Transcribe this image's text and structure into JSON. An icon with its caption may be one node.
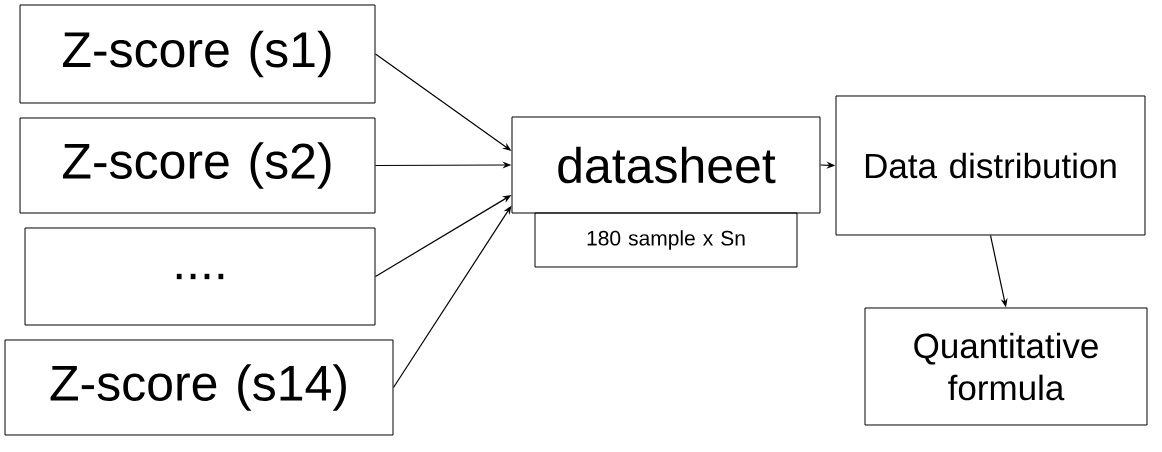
{
  "diagram": {
    "nodes": [
      {
        "text": [
          "Z-score (s1)"
        ]
      },
      {
        "text": [
          "Z-score (s2)"
        ]
      },
      {
        "text": [
          "...."
        ]
      },
      {
        "text": [
          "Z-score (s14)"
        ]
      },
      {
        "text": [
          "datasheet"
        ]
      },
      {
        "text": [
          "180 sample x Sn"
        ]
      },
      {
        "text": [
          "Data distribution"
        ]
      },
      {
        "text": [
          "Quantitative formula"
        ]
      }
    ],
    "edges": [
      {
        "from": 0,
        "to": 4,
        "arrow": "to"
      },
      {
        "from": 1,
        "to": 4,
        "arrow": "to"
      },
      {
        "from": 2,
        "to": 4,
        "arrow": "to"
      },
      {
        "from": 3,
        "to": 4,
        "arrow": "to"
      },
      {
        "from": 4,
        "to": 6,
        "arrow": "to"
      },
      {
        "from": 6,
        "to": 7,
        "arrow": "to"
      }
    ]
  }
}
